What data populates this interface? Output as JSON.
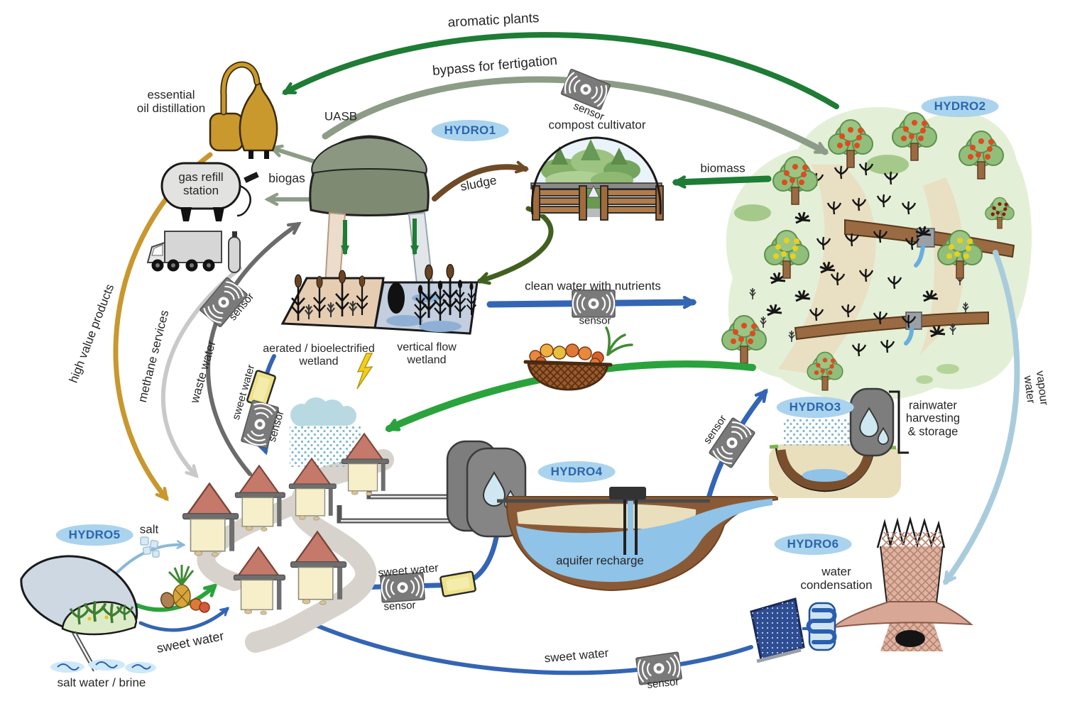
{
  "badges": {
    "h1": "HYDRO1",
    "h2": "HYDRO2",
    "h3": "HYDRO3",
    "h4": "HYDRO4",
    "h5": "HYDRO5",
    "h6": "HYDRO6"
  },
  "nodes": {
    "essential_oil": "essential\noil distillation",
    "gas_refill": "gas refill\nstation",
    "uasb": "UASB",
    "compost": "compost cultivator",
    "aerated_wetland": "aerated / bioelectrified\nwetland",
    "vertical_wetland": "vertical flow\nwetland",
    "aquifer": "aquifer recharge",
    "rainwater": "rainwater\nharvesting\n& storage",
    "condensation": "water\ncondensation"
  },
  "flows": {
    "aromatic_plants": "aromatic plants",
    "bypass": "bypass for fertigation",
    "biogas": "biogas",
    "sludge": "sludge",
    "biomass": "biomass",
    "clean_water": "clean water with nutrients",
    "high_value": "high value products",
    "methane": "methane services",
    "waste_water": "waste water",
    "sweet_water": "sweet water",
    "vapour_water": "vapour water",
    "salt": "salt",
    "salt_brine": "salt water / brine"
  },
  "sensor_label": "sensor",
  "colors": {
    "dark_green": "#1e7c35",
    "gray_green": "#8d9c87",
    "forest": "#41601f",
    "bright_green": "#2aa33c",
    "blue": "#3465b4",
    "sky_blue": "#a9ccdd",
    "gold": "#c8982f",
    "light_gray": "#c9c9c9",
    "dark_gray": "#6b6b6b",
    "brown": "#6e4a26",
    "badge_bg": "#aad3ee",
    "badge_text": "#2b66ad"
  }
}
